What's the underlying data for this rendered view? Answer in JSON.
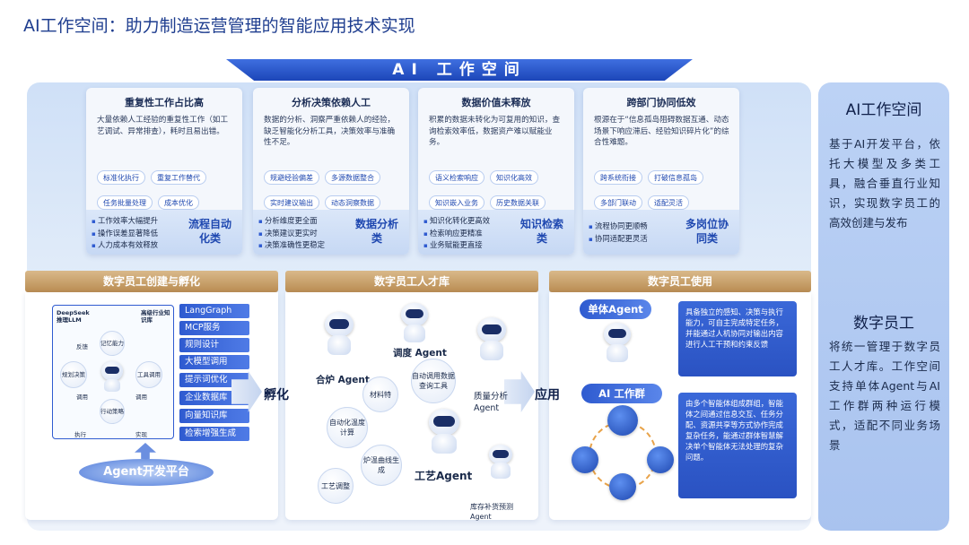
{
  "page_title": "AI工作空间：助力制造运营管理的智能应用技术实现",
  "banner": "AI 工作空间",
  "cards": [
    {
      "title": "重复性工作占比高",
      "desc": "大量依赖人工经验的重复性工作（如工艺调试、异常排查），耗时且易出错。",
      "tags": [
        "标准化执行",
        "重复工作替代",
        "任务批量处理",
        "成本优化"
      ],
      "bullets": [
        "工作效率大幅提升",
        "操作误差显著降低",
        "人力成本有效释放"
      ],
      "category": "流程自动化类"
    },
    {
      "title": "分析决策依赖人工",
      "desc": "数据的分析、洞察严重依赖人的经验，缺乏智能化分析工具，决策效率与准确性不足。",
      "tags": [
        "规避经验偏差",
        "多源数据整合",
        "实时建议输出",
        "动态洞察数据"
      ],
      "bullets": [
        "分析维度更全面",
        "决策建议更实时",
        "决策准确性更稳定"
      ],
      "category": "数据分析类"
    },
    {
      "title": "数据价值未释放",
      "desc": "积累的数据未转化为可复用的知识，查询检索效率低，数据资产难以赋能业务。",
      "tags": [
        "语义检索响应",
        "知识化高效",
        "知识嵌入业务",
        "历史数据关联"
      ],
      "bullets": [
        "知识化转化更高效",
        "检索响应更精准",
        "业务赋能更直接"
      ],
      "category": "知识检索类"
    },
    {
      "title": "跨部门协同低效",
      "desc": "根源在于“信息孤岛阻碍数据互通、动态场景下响应滞后、经验知识碎片化”的综合性难题。",
      "tags": [
        "跨系统衔接",
        "打破信息孤岛",
        "多部门联动",
        "适配灵活"
      ],
      "bullets": [
        "流程协同更顺畅",
        "协同适配更灵活"
      ],
      "category": "多岗位协同类"
    }
  ],
  "sections": {
    "create": {
      "header": "数字员工创建与孵化",
      "llm_label": "DeepSeek 推理LLM",
      "knowledge_label": "高级行业知识库",
      "nodes": [
        "记忆能力",
        "工具调用",
        "行动策略",
        "规划决策",
        "反馈",
        "调用",
        "调用",
        "执行",
        "实现"
      ],
      "menu": [
        "LangGraph",
        "MCP服务",
        "规则设计",
        "大模型调用",
        "提示词优化",
        "企业数据库",
        "向量知识库",
        "检索增强生成"
      ],
      "platform": "Agent开发平台"
    },
    "incubate_label": "孵化",
    "pool": {
      "header": "数字员工人才库",
      "agents": {
        "scheduling": "调度 Agent",
        "furnace": "合炉 Agent",
        "quality": "质量分析 Agent",
        "process": "工艺Agent",
        "inventory": "库存补货预测 Agent"
      },
      "bubbles": [
        "自动调用数据查询工具",
        "材料特",
        "自动化温度计算",
        "炉温曲线生成",
        "工艺调整"
      ]
    },
    "apply_label": "应用",
    "use": {
      "header": "数字员工使用",
      "single_agent": "单体Agent",
      "single_desc": "具备独立的感知、决策与执行能力，可自主完成特定任务，并能通过人机协同对输出内容进行人工干预和约束反馈",
      "swarm": "AI 工作群",
      "swarm_desc": "由多个智能体组成群组，智能体之间通过信息交互、任务分配、资源共享等方式协作完成复杂任务，能通过群体智慧解决单个智能体无法处理的复杂问题。"
    }
  },
  "sidebar": {
    "title1": "AI工作空间",
    "text1": "基于AI开发平台，依托大模型及多类工具，融合垂直行业知识，实现数字员工的高效创建与发布",
    "title2": "数字员工",
    "text2": "将统一管理于数字员工人才库。工作空间支持单体Agent与AI工作群两种运行模式，适配不同业务场景"
  }
}
